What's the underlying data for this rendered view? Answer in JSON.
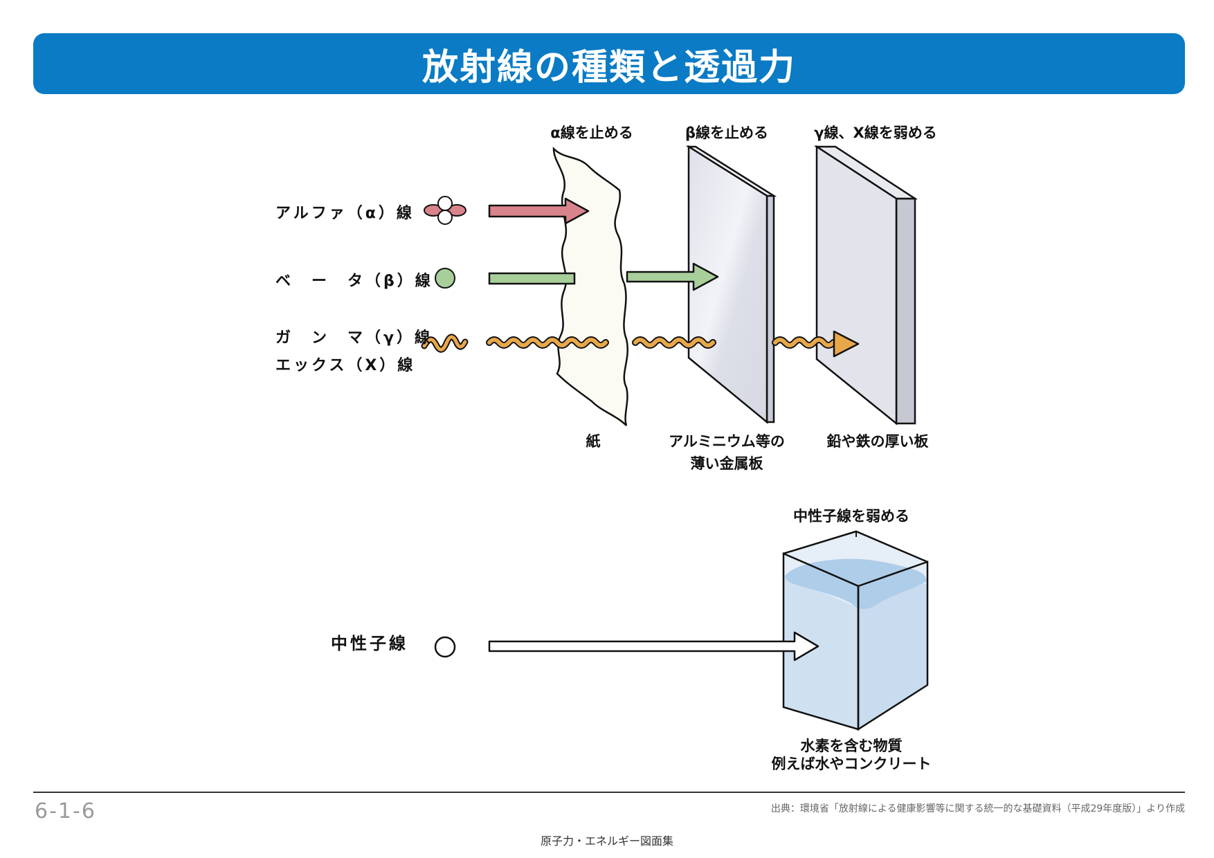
{
  "title": "放射線の種類と透過力",
  "rays": {
    "alpha": "アルファ（α）線",
    "beta": "ベ　ー　タ（β）線",
    "gamma": "ガ　ン　マ（γ）線",
    "xray": "エックス（X）線",
    "neutron": "中性子線"
  },
  "stops": {
    "alpha": "α線を止める",
    "beta": "β線を止める",
    "gamma_x": "γ線、X線を弱める",
    "neutron": "中性子線を弱める"
  },
  "materials": {
    "paper": "紙",
    "aluminum_line1": "アルミニウム等の",
    "aluminum_line2": "薄い金属板",
    "lead": "鉛や鉄の厚い板",
    "water_line1": "水素を含む物質",
    "water_line2": "例えば水やコンクリート"
  },
  "footer": {
    "page_number": "6-1-6",
    "source": "出典：環境省「放射線による健康影響等に関する統一的な基礎資料（平成29年度版）」より作成",
    "collection": "原子力・エネルギー図面集"
  },
  "colors": {
    "title_bar": "#0a7bc4",
    "alpha": "#d9848c",
    "beta": "#a8cf9a",
    "gamma": "#e8a84a",
    "water": "#b8d4ee"
  },
  "icons": {
    "alpha": "alpha-particle-icon",
    "beta": "beta-particle-icon",
    "gamma": "wave-icon",
    "neutron": "neutron-particle-icon"
  }
}
